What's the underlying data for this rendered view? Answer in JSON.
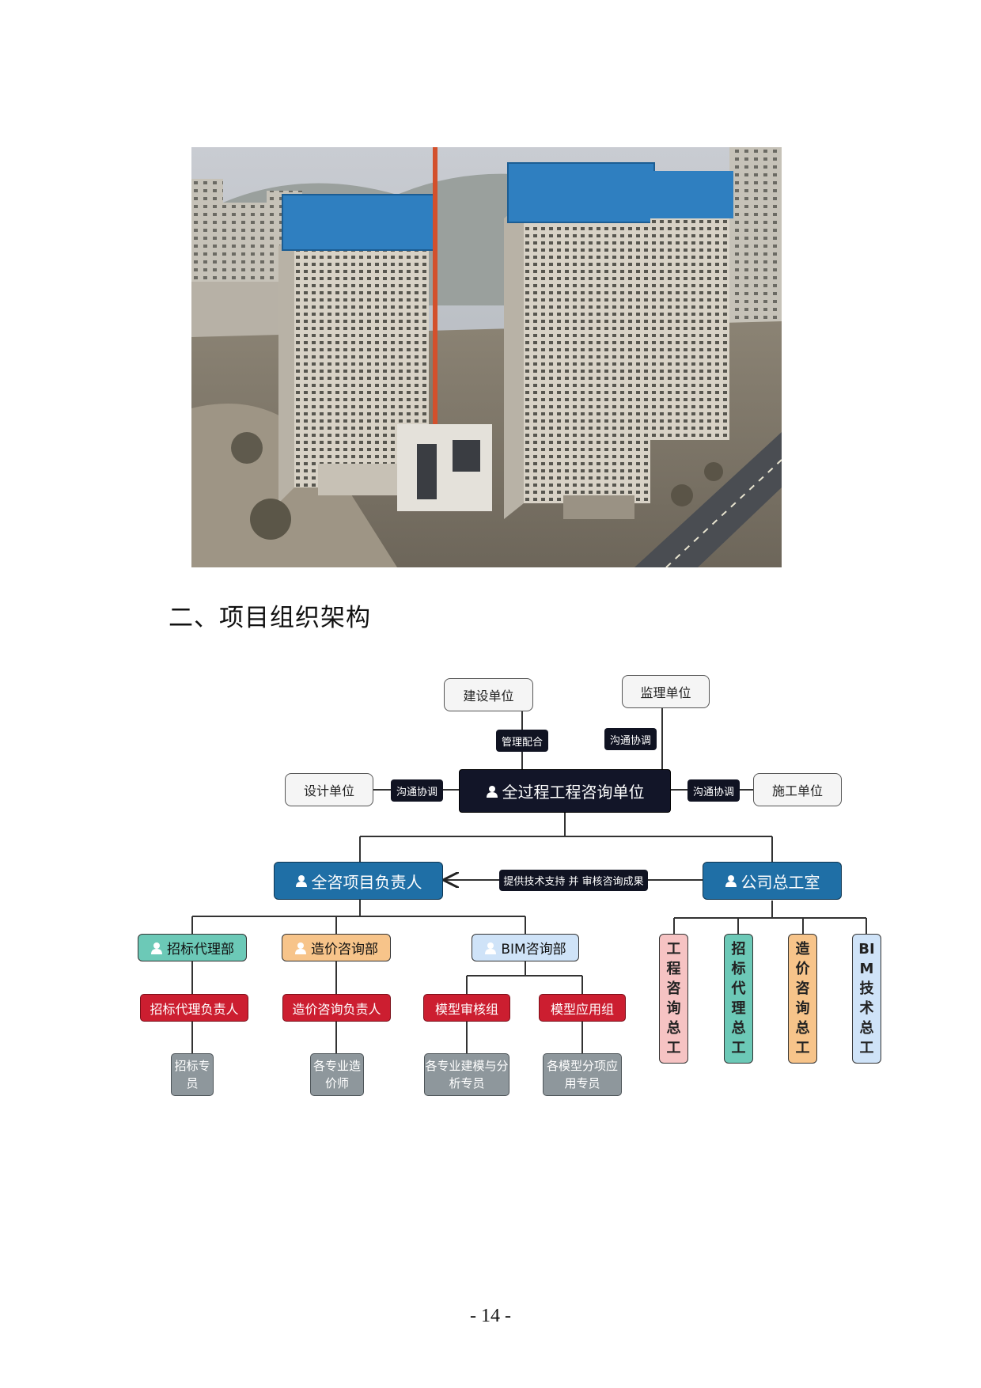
{
  "section_title": "二、项目组织架构",
  "page_number": "- 14 -",
  "org": {
    "client": "建设单位",
    "supervisor": "监理单位",
    "designer": "设计单位",
    "contractor": "施工单位",
    "tag_management": "管理配合",
    "tag_comm_top": "沟通协调",
    "tag_comm_left": "沟通协调",
    "tag_comm_right": "沟通协调",
    "main": "全过程工程咨询单位",
    "project_lead": "全咨项目负责人",
    "chief_office": "公司总工室",
    "support_tag": "提供技术支持 并 审核咨询成果",
    "dept_bidding": "招标代理部",
    "dept_cost": "造价咨询部",
    "dept_bim": "BIM咨询部",
    "head_bidding": "招标代理负责人",
    "head_cost": "造价咨询负责人",
    "group_model_review": "模型审核组",
    "group_model_apply": "模型应用组",
    "leaf_bidding": "招标专员",
    "leaf_cost": "各专业造价师",
    "leaf_model_analysis": "各专业建模与分析专员",
    "leaf_model_apply": "各模型分项应用专员",
    "chief_engineering": "工程咨询总工",
    "chief_bidding": "招标代理总工",
    "chief_cost": "造价咨询总工",
    "chief_bim": "BIM技术总工"
  },
  "colors": {
    "teal": "#6cc9b7",
    "orange": "#f7c48a",
    "lightblue": "#cfe3f8",
    "pink": "#f6c3c3",
    "red": "#cc1e30",
    "navy": "#121528",
    "blue": "#1f6fa6"
  }
}
